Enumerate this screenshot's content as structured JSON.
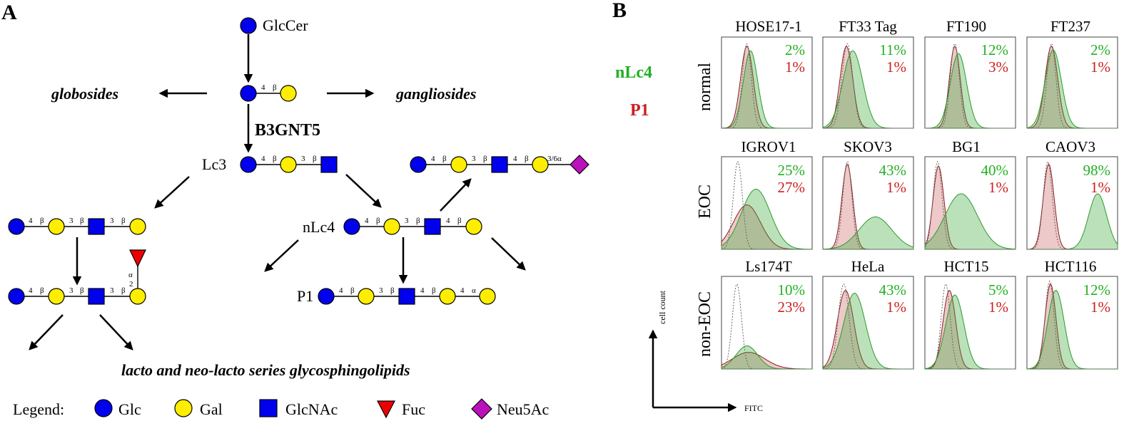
{
  "panel_a": {
    "label": "A",
    "glccer": "GlcCer",
    "globosides": "globosides",
    "gangliosides": "gangliosides",
    "enzyme": "B3GNT5",
    "lc3": "Lc3",
    "nlc4": "nLc4",
    "p1": "P1",
    "series": "lacto and neo-lacto series glycosphingolipids",
    "links": {
      "b4": "4",
      "b3": "3",
      "beta": "β",
      "alpha": "α",
      "two": "2",
      "four_alpha": "4",
      "three_six_alpha": "3/6α"
    },
    "legend": {
      "title": "Legend:",
      "glc": "Glc",
      "gal": "Gal",
      "glcnac": "GlcNAc",
      "fuc": "Fuc",
      "neu5ac": "Neu5Ac"
    },
    "colors": {
      "glc": "#0000ee",
      "gal": "#ffee00",
      "glcnac": "#0000ee",
      "fuc": "#ee0000",
      "neu5ac": "#bb11bb"
    }
  },
  "panel_b": {
    "label": "B",
    "key_nlc4": "nLc4",
    "key_p1": "P1",
    "y_axis": "cell count",
    "x_axis": "FITC",
    "colors": {
      "nlc4": "#22b022",
      "p1": "#cc1f1f"
    },
    "rows": [
      {
        "group": "normal",
        "cells": [
          {
            "name": "HOSE17-1",
            "nlc4": "2%",
            "p1": "1%"
          },
          {
            "name": "FT33 Tag",
            "nlc4": "11%",
            "p1": "1%"
          },
          {
            "name": "FT190",
            "nlc4": "12%",
            "p1": "3%"
          },
          {
            "name": "FT237",
            "nlc4": "2%",
            "p1": "1%"
          }
        ]
      },
      {
        "group": "EOC",
        "cells": [
          {
            "name": "IGROV1",
            "nlc4": "25%",
            "p1": "27%"
          },
          {
            "name": "SKOV3",
            "nlc4": "43%",
            "p1": "1%"
          },
          {
            "name": "BG1",
            "nlc4": "40%",
            "p1": "1%"
          },
          {
            "name": "CAOV3",
            "nlc4": "98%",
            "p1": "1%"
          }
        ]
      },
      {
        "group": "non-EOC",
        "cells": [
          {
            "name": "Ls174T",
            "nlc4": "10%",
            "p1": "23%"
          },
          {
            "name": "HeLa",
            "nlc4": "43%",
            "p1": "1%"
          },
          {
            "name": "HCT15",
            "nlc4": "5%",
            "p1": "1%"
          },
          {
            "name": "HCT116",
            "nlc4": "12%",
            "p1": "1%"
          }
        ]
      }
    ]
  }
}
